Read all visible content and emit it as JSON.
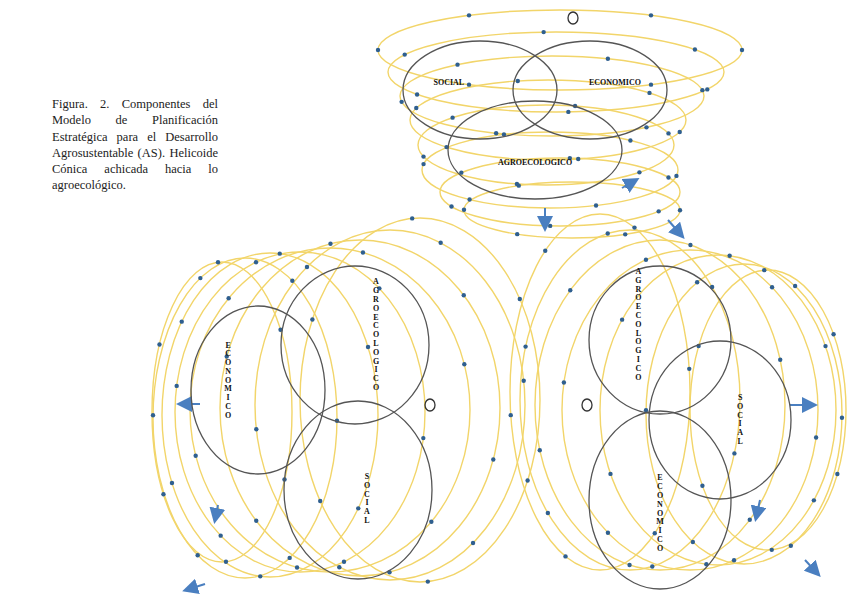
{
  "diagram": {
    "caption": "Figura. 2. Componentes del Modelo de Planificación Estratégica para el Desarrollo Agrosustentable (AS). Helicoide Cónica achicada hacia lo agroecológico.",
    "nodes": [
      {
        "text": [
          "SOCIAL"
        ]
      },
      {
        "text": [
          "ECONOMICO"
        ]
      },
      {
        "text": [
          "AGROECOLOGICO"
        ]
      },
      {
        "text": [
          "ECONOMICO"
        ]
      },
      {
        "text": [
          "AGROECOLOGICO"
        ]
      },
      {
        "text": [
          "SOCIAL"
        ]
      },
      {
        "text": [
          "AGROECOLOGICO"
        ]
      },
      {
        "text": [
          "SOCIAL"
        ]
      },
      {
        "text": [
          "ECONOMICO"
        ]
      }
    ]
  }
}
